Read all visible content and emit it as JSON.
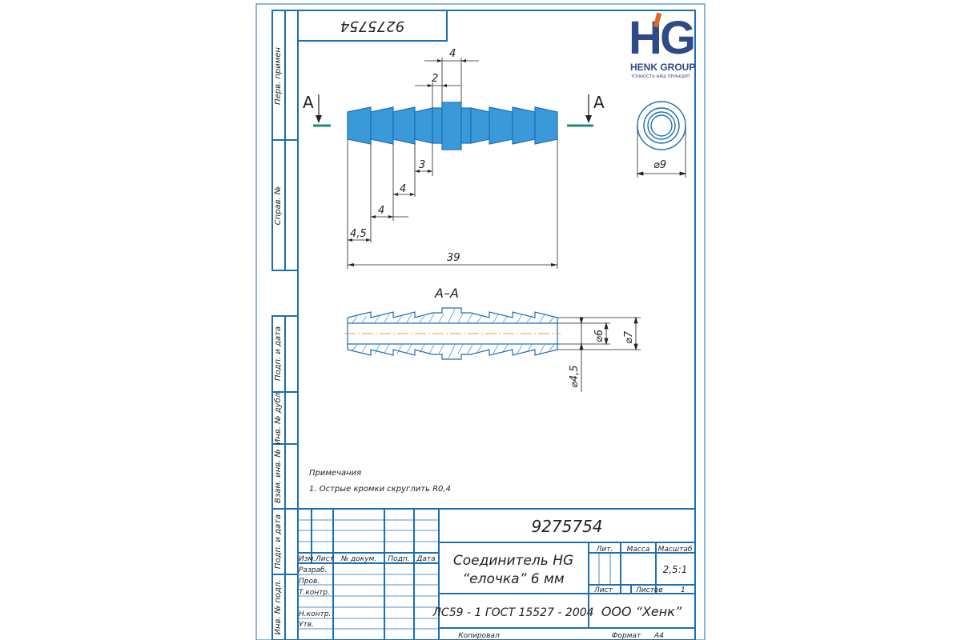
{
  "colors": {
    "line": "#1b6fb5",
    "part_fill": "#3a9ad9",
    "section_axis": "#e0a030",
    "cut_mark": "#1f8a7a",
    "logo_blue": "#2f4a86",
    "logo_orange": "#e0662a",
    "text": "#222222"
  },
  "top_stamp": "9275754",
  "logo": {
    "mark_left": "H",
    "mark_right": "G",
    "company": "HENK GROUP",
    "tagline": "ТОЧНОСТЬ НАШ ПРИНЦИП"
  },
  "left_strip": {
    "perv_primen": "Перв. примен",
    "sprav_no": "Справ. №",
    "podp_data_1": "Подп. и дата",
    "inv_dubl": "Инв. № дубл.",
    "vzam_inv": "Взам. инв. №",
    "podp_data_2": "Подп. и дата",
    "inv_podl": "Инв. № подл."
  },
  "section_markers": {
    "left": "A",
    "right": "A"
  },
  "dimensions": {
    "top_4": "4",
    "top_2": "2",
    "d3": "3",
    "d4_a": "4",
    "d4_b": "4",
    "d4_5": "4,5",
    "d39": "39",
    "end_view_dia": "⌀9"
  },
  "section": {
    "title": "A–A",
    "dia6": "⌀6",
    "dia7": "⌀7",
    "dia4_5": "⌀4,5"
  },
  "notes": {
    "heading": "Примечания",
    "line1": "1. Острые кромки скруглить R0,4"
  },
  "title_block": {
    "doc_number": "9275754",
    "headers": {
      "izm": "Изм.",
      "list": "Лист",
      "no_dokum": "№ докум.",
      "podp": "Подп.",
      "data": "Дата"
    },
    "roles": {
      "razrab": "Разраб.",
      "prov": "Пров.",
      "tkontr": "Т.контр.",
      "nkontr": "Н.контр.",
      "utv": "Утв."
    },
    "name_line1": "Соединитель HG",
    "name_line2": "“елочка” 6 мм",
    "lit": "Лит.",
    "massa": "Масса",
    "masshtab": "Масштаб",
    "scale_value": "2,5:1",
    "list_label": "Лист",
    "listov_label": "Листов",
    "listov_value": "1",
    "material": "ЛС59 - 1 ГОСТ 15527 - 2004",
    "company": "ООО “Хенк”",
    "kopiroval": "Копировал",
    "format": "Формат",
    "format_value": "А4"
  }
}
